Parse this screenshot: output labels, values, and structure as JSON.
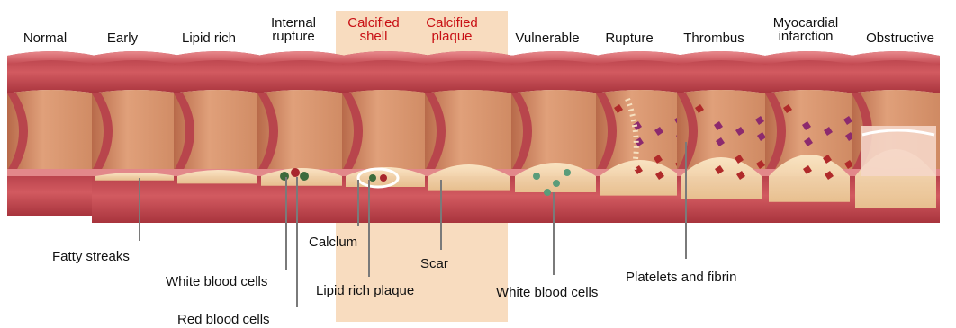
{
  "stages": [
    {
      "lines": [
        "Normal"
      ],
      "color": "#111111"
    },
    {
      "lines": [
        "Early"
      ],
      "color": "#111111"
    },
    {
      "lines": [
        "Lipid rich"
      ],
      "color": "#111111"
    },
    {
      "lines": [
        "Internal",
        "rupture"
      ],
      "color": "#111111"
    },
    {
      "lines": [
        "Calcified",
        "shell"
      ],
      "color": "#c80f14"
    },
    {
      "lines": [
        "Calcified",
        "plaque"
      ],
      "color": "#c80f14"
    },
    {
      "lines": [
        "Vulnerable"
      ],
      "color": "#111111"
    },
    {
      "lines": [
        "Rupture"
      ],
      "color": "#111111"
    },
    {
      "lines": [
        "Thrombus"
      ],
      "color": "#111111"
    },
    {
      "lines": [
        "Myocardial",
        "infarction"
      ],
      "color": "#111111"
    },
    {
      "lines": [
        "Obstructive"
      ],
      "color": "#111111"
    }
  ],
  "annotations": {
    "fatty_streaks": "Fatty streaks",
    "white_blood_cells_1": "White blood cells",
    "red_blood_cells": "Red blood cells",
    "calcium": "Calclum",
    "lipid_rich_plaque": "Lipid rich plaque",
    "scar": "Scar",
    "white_blood_cells_2": "White blood cells",
    "platelets_fibrin": "Platelets and fibrin"
  },
  "colors": {
    "highlight": "#f8dcbf",
    "emphasis_label": "#c80f14",
    "vessel_wall": "#c8484f",
    "vessel_lumen": "#d98e66",
    "plaque": "#f2dcb0"
  }
}
